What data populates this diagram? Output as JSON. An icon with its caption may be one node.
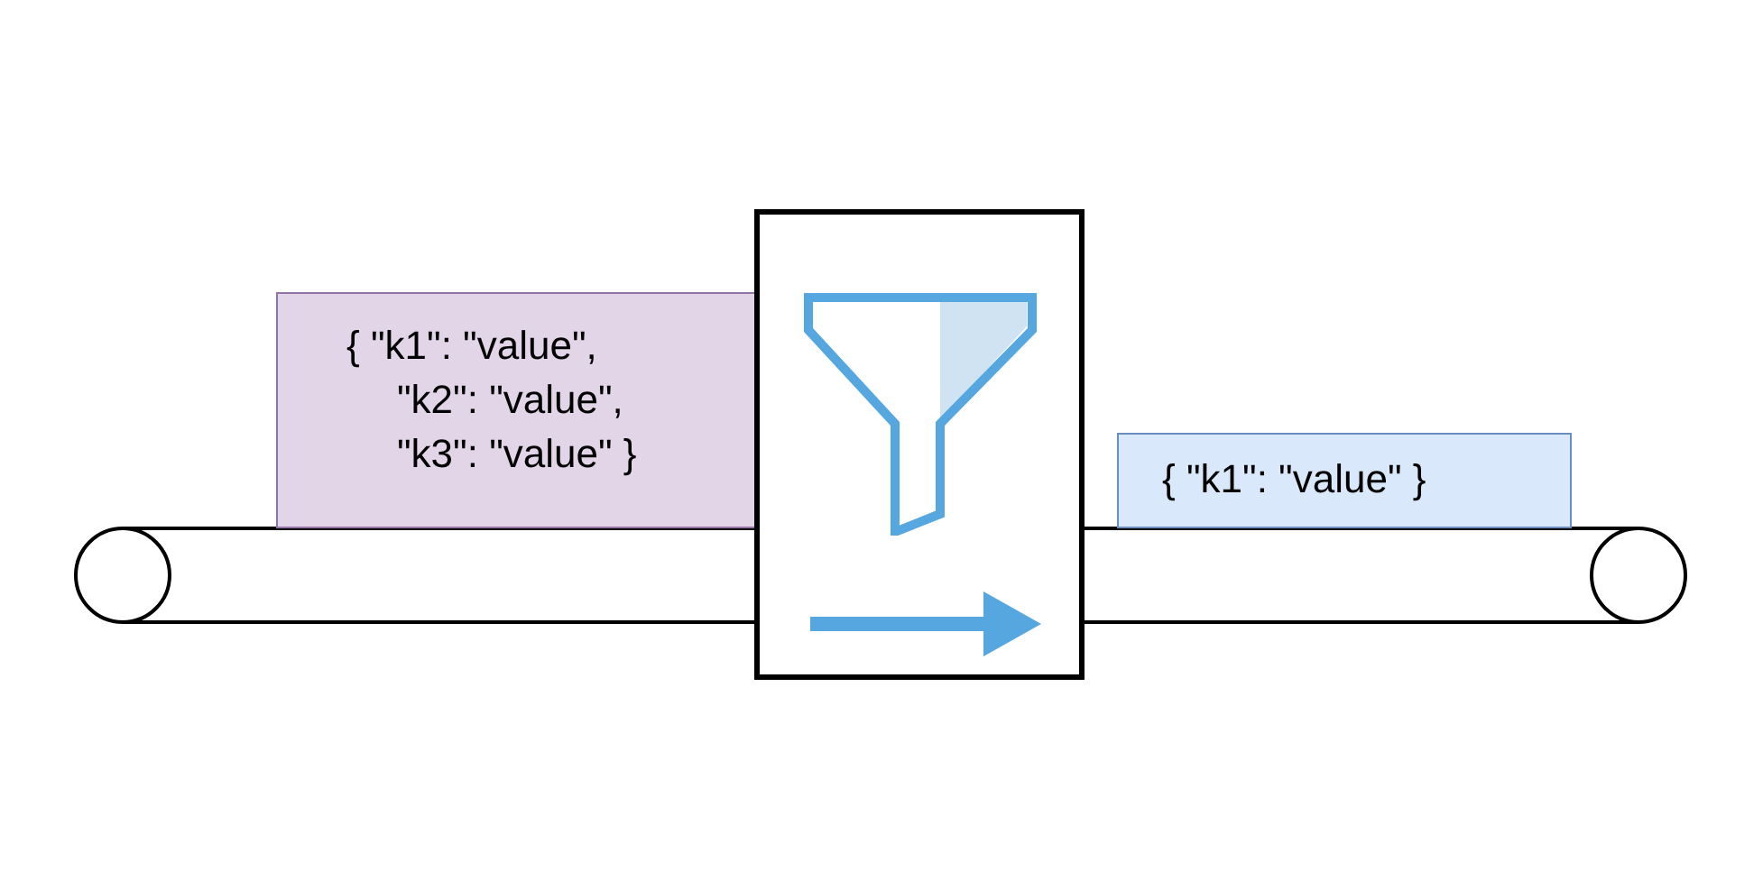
{
  "diagram": {
    "nodes": [
      {
        "text": [
          "{ \"k1\": \"value\", \"k2\": \"value\", \"k3\": \"value\" }"
        ]
      },
      {
        "text": [],
        "shape": "box"
      },
      {
        "text": [
          "{ \"k1\": \"value\" }"
        ]
      }
    ],
    "edges": []
  }
}
